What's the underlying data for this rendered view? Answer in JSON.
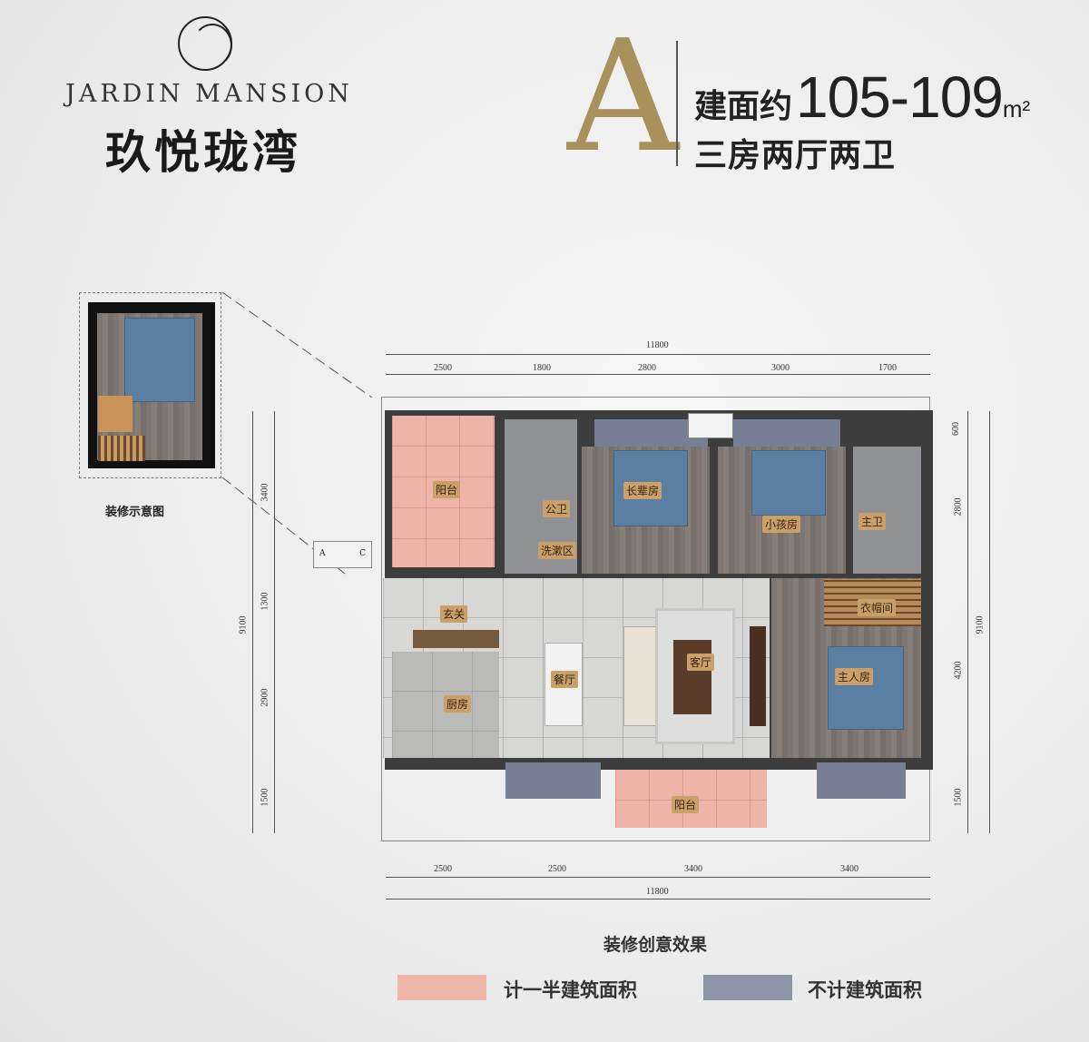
{
  "brand": {
    "logo_icon": "circle-logo",
    "name_en": "JARDIN MANSION",
    "name_cn": "玖悦珑湾"
  },
  "unit": {
    "type": "A",
    "area_prefix": "建面约",
    "area_range": "105-109",
    "area_unit": "m²",
    "layout": "三房两厅两卫"
  },
  "inset": {
    "caption": "装修示意图"
  },
  "plan": {
    "rooms": {
      "balcony_north": "阳台",
      "public_bath": "公卫",
      "wash_area": "洗漱区",
      "elder_room": "长辈房",
      "child_room": "小孩房",
      "master_bath": "主卫",
      "foyer": "玄关",
      "cloakroom": "衣帽间",
      "living_room": "客厅",
      "dining_room": "餐厅",
      "kitchen": "厨房",
      "master_bedroom": "主人房",
      "balcony_south": "阳台"
    },
    "dims_top": {
      "total": "11800",
      "segments": [
        "2500",
        "1800",
        "2800",
        "3000",
        "1700"
      ]
    },
    "dims_bottom": {
      "total": "11800",
      "segments": [
        "2500",
        "2500",
        "3400",
        "3400"
      ]
    },
    "dims_left": {
      "total": "9100",
      "segments": [
        "3400",
        "1300",
        "2900",
        "1500"
      ]
    },
    "dims_right": {
      "total": "9100",
      "segments": [
        "600",
        "2800",
        "4200",
        "1500"
      ]
    },
    "ac_label": "A",
    "ac_label2": "C"
  },
  "caption": "装修创意效果",
  "legend": [
    {
      "label": "计一半建筑面积",
      "color": "#efb6ac"
    },
    {
      "label": "不计建筑面积",
      "color": "#8e94aa"
    }
  ]
}
